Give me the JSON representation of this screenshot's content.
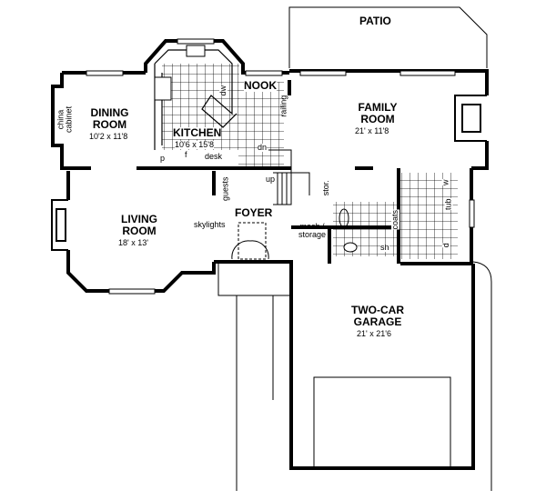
{
  "rooms": {
    "patio": {
      "name": "PATIO"
    },
    "family_room": {
      "name": "FAMILY ROOM",
      "dims": "21' x 11'8"
    },
    "nook": {
      "name": "NOOK"
    },
    "kitchen": {
      "name": "KITCHEN",
      "dims": "10'6 x 15'8"
    },
    "dining_room": {
      "name": "DINING ROOM",
      "dims": "10'2 x 11'8"
    },
    "living_room": {
      "name": "LIVING ROOM",
      "dims": "18' x 13'"
    },
    "foyer": {
      "name": "FOYER"
    },
    "garage": {
      "name": "TWO-CAR GARAGE",
      "dims": "21' x 21'6"
    }
  },
  "labels": {
    "china_cabinet": "china cabinet",
    "dw": "dw",
    "railing": "railing",
    "dn": "dn",
    "up": "up",
    "pantry": "p",
    "fridge": "f",
    "desk": "desk",
    "guests": "guests",
    "stor": "stor.",
    "skylights": "skylights",
    "mech_storage": "mech./ storage",
    "coats": "coats",
    "shower": "sh",
    "washer": "w",
    "tub": "tub",
    "dryer": "d"
  }
}
